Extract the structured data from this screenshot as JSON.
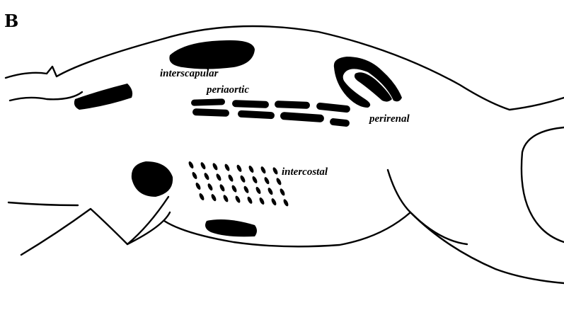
{
  "panel_letter": "B",
  "labels": {
    "interscapular": "interscapular",
    "periaortic": "periaortic",
    "perirenal": "perirenal",
    "intercostal": "intercostal"
  },
  "colors": {
    "ink": "#000000",
    "background": "#ffffff"
  }
}
